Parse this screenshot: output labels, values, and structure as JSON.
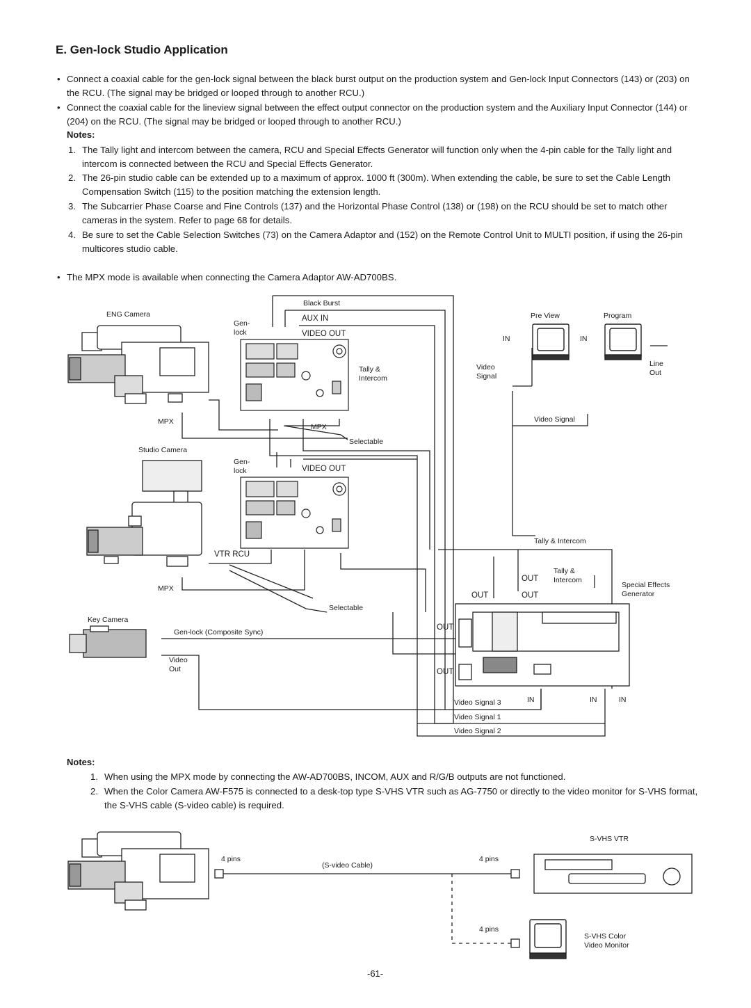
{
  "page": {
    "title": "E. Gen-lock Studio Application",
    "bullets": [
      "Connect a coaxial cable for the gen-lock signal between the black burst output on the production system and Gen-lock Input Connectors (143) or (203) on the RCU. (The signal may be bridged or looped through to another RCU.)",
      "Connect the coaxial cable for the lineview signal between the effect output connector on the production system and the Auxiliary Input Connector (144) or (204) on the RCU. (The signal may be bridged or looped through to another RCU.)"
    ],
    "notes1_heading": "Notes:",
    "notes1": [
      {
        "num": "1.",
        "text": "The Tally light and intercom between the camera, RCU and Special Effects Generator will function only when the 4-pin cable for the Tally light and intercom is connected between the RCU and Special Effects Generator."
      },
      {
        "num": "2.",
        "text": "The 26-pin studio cable can be extended up to a maximum of approx. 1000 ft (300m). When extending the cable, be sure to set the Cable Length Compensation Switch (115) to the position matching the extension length."
      },
      {
        "num": "3.",
        "text": "The Subcarrier Phase Coarse and Fine Controls (137) and the Horizontal Phase Control (138) or (198) on the RCU should be set to match other cameras in the system. Refer to page 68 for details."
      },
      {
        "num": "4.",
        "text": "Be sure to set the Cable Selection Switches (73) on the Camera Adaptor and (152) on the Remote Control Unit to MULTI position, if using the 26-pin multicores studio cable."
      }
    ],
    "mpx_bullet": "The MPX mode is available when connecting the Camera Adaptor AW-AD700BS.",
    "notes2_heading": "Notes:",
    "notes2": [
      {
        "num": "1.",
        "text": "When using the MPX mode by connecting the AW-AD700BS, INCOM, AUX and R/G/B outputs are not functioned."
      },
      {
        "num": "2.",
        "text": "When the Color Camera AW-F575 is connected to a desk-top type S-VHS VTR such as AG-7750 or directly to the video monitor for S-VHS format, the S-VHS cable (S-video cable) is required."
      }
    ],
    "page_number": "-61-"
  },
  "diagram": {
    "eng_camera": "ENG Camera",
    "studio_camera": "Studio Camera",
    "key_camera": "Key Camera",
    "black_burst": "Black Burst",
    "aux_in": "AUX IN",
    "video_out_1": "VIDEO OUT",
    "video_out_2": "VIDEO OUT",
    "genlock_1": "Gen-\nlock",
    "genlock_2": "Gen-\nlock",
    "tally_intercom_rcu": "Tally &\nIntercom",
    "mpx_1": "MPX",
    "mpx_2": "MPX",
    "mpx_3": "MPX",
    "selectable_1": "Selectable",
    "selectable_2": "Selectable",
    "vtr_rcu": "VTR RCU",
    "pre_view": "Pre View",
    "program": "Program",
    "in_1": "IN",
    "in_2": "IN",
    "video_signal_lbl": "Video\nSignal",
    "line_out": "Line\nOut",
    "video_signal": "Video Signal",
    "tally_intercom_1": "Tally & Intercom",
    "tally_intercom_2": "Tally &\nIntercom",
    "out_a": "OUT",
    "out_b": "OUT",
    "out_c": "OUT",
    "out_d": "OUT",
    "out_e": "OUT",
    "special_effects": "Special Effects\nGenerator",
    "genlock_composite": "Gen-lock (Composite Sync)",
    "video_out_key": "Video\nOut",
    "video_signal_3": "Video Signal 3",
    "video_signal_1": "Video Signal 1",
    "video_signal_2": "Video Signal 2",
    "in_3": "IN",
    "in_4": "IN",
    "in_5": "IN"
  },
  "svhs": {
    "vtr_label": "S-VHS VTR",
    "pins_1": "4 pins",
    "pins_2": "4 pins",
    "pins_3": "4 pins",
    "cable": "(S-video Cable)",
    "monitor": "S-VHS Color\nVideo Monitor"
  }
}
